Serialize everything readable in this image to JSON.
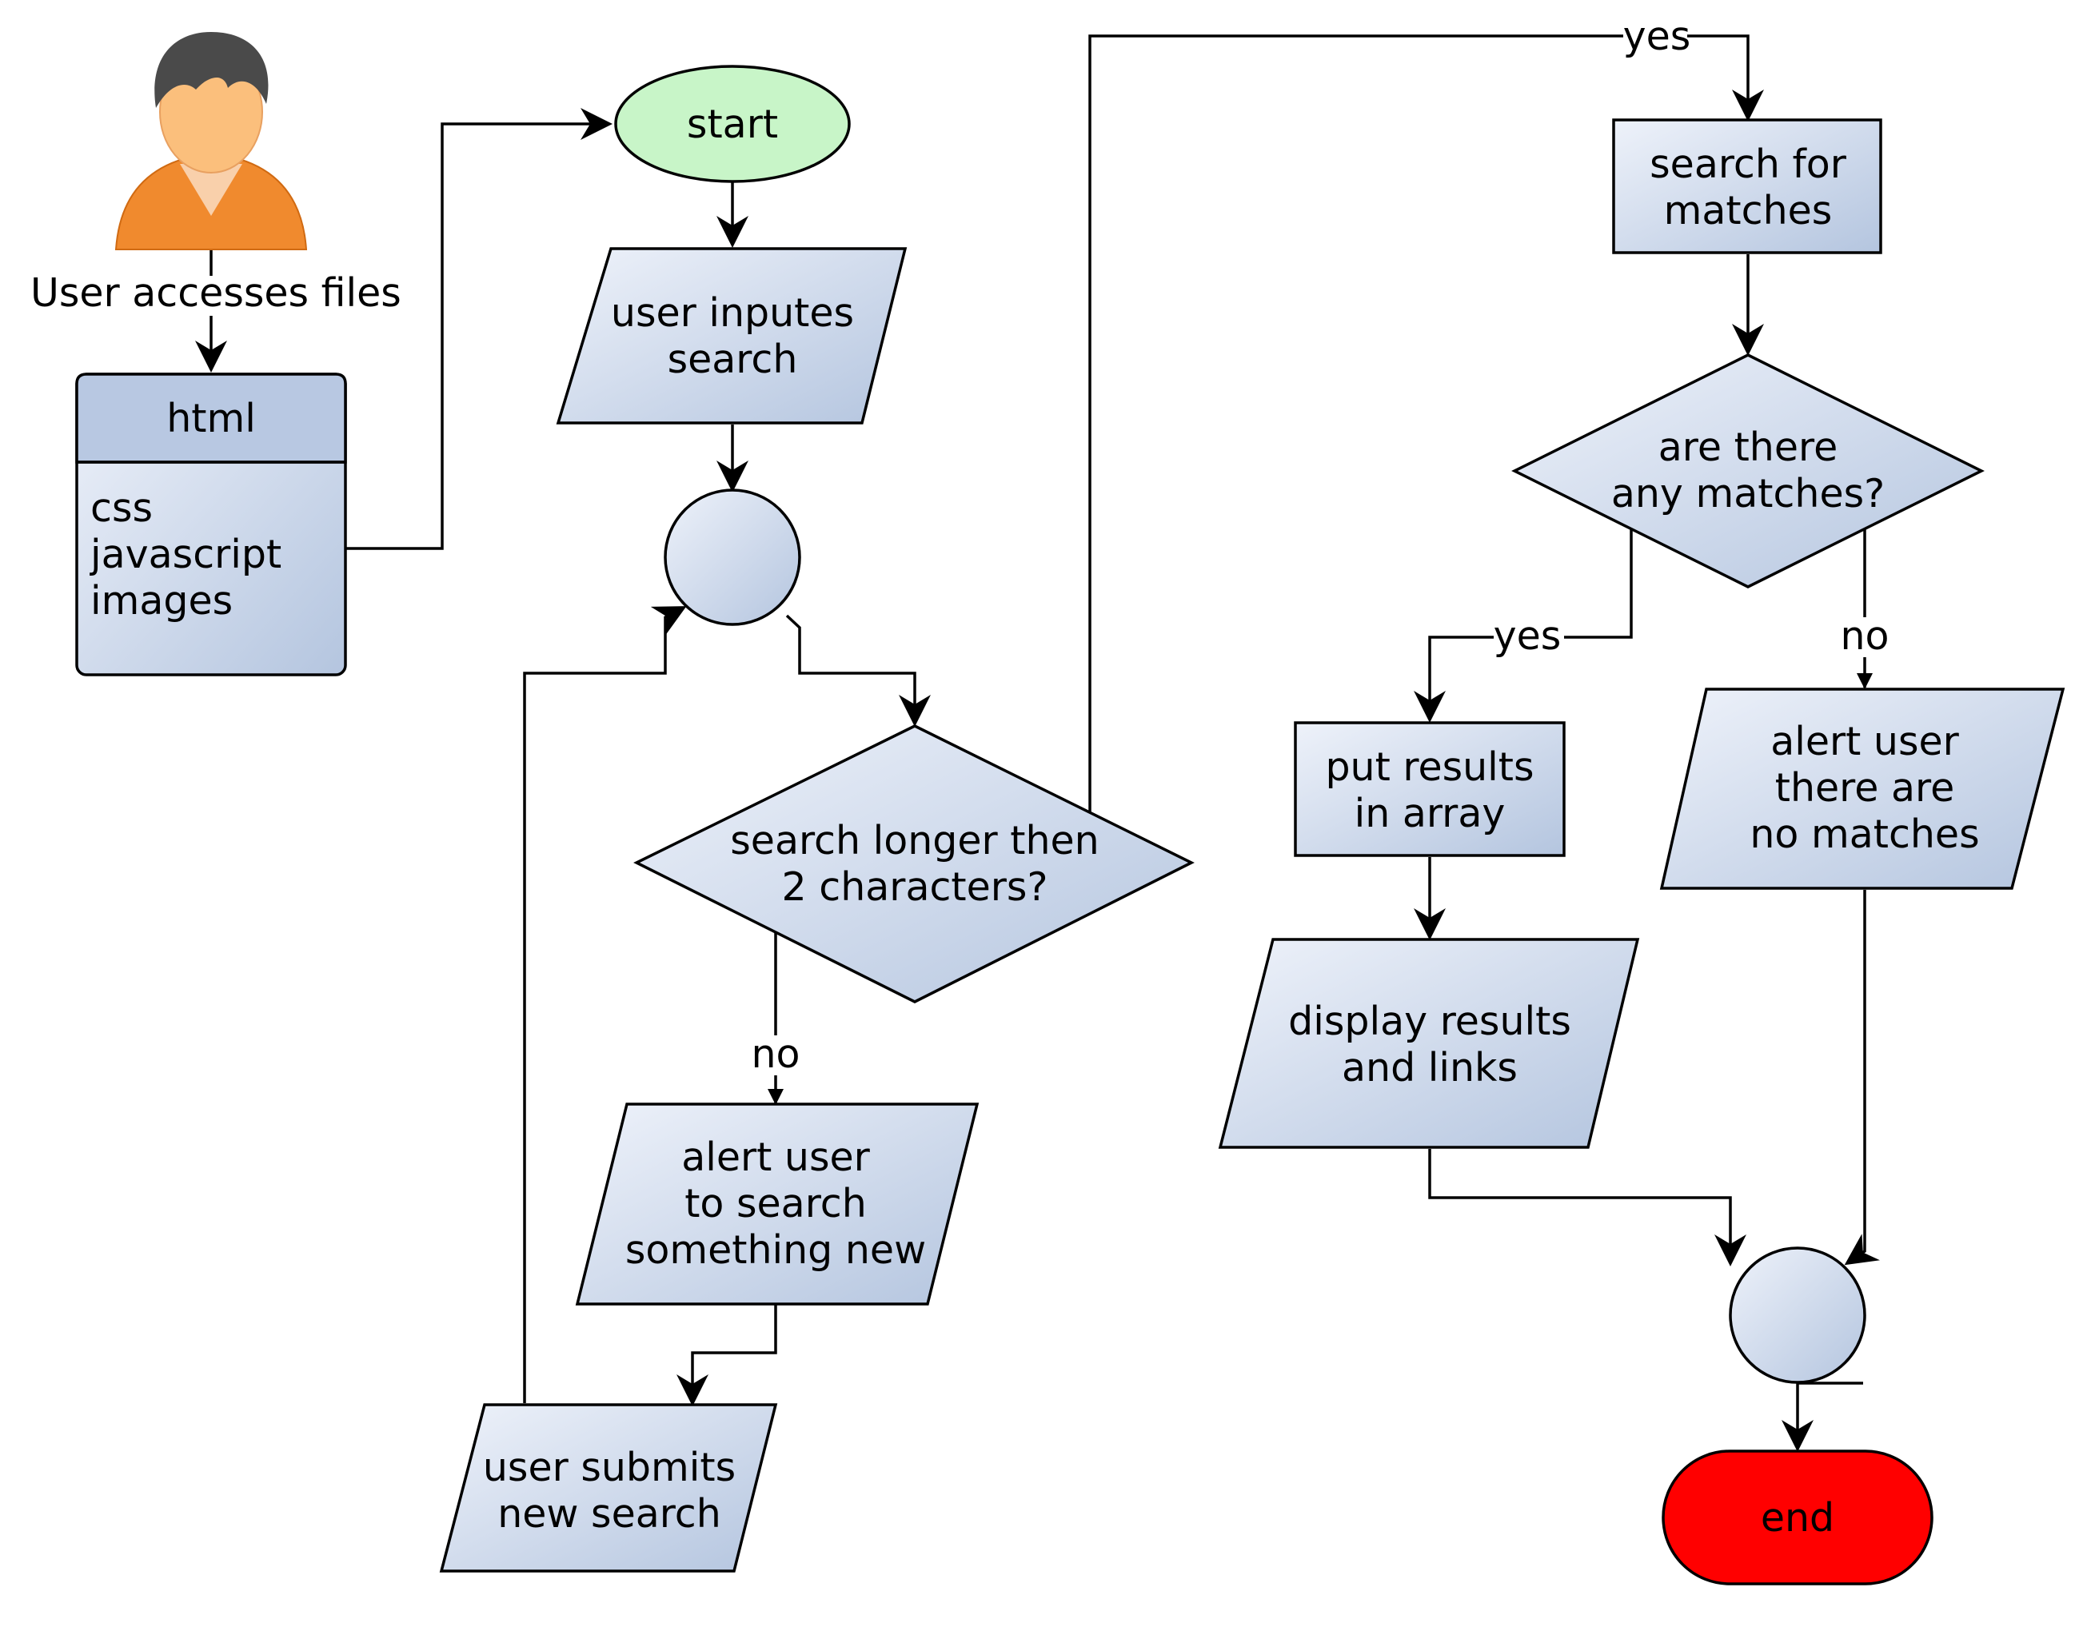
{
  "actor": {
    "label": "User accesses files"
  },
  "files": {
    "header": "html",
    "items": [
      "css",
      "javascript",
      "images"
    ]
  },
  "nodes": {
    "start": "start",
    "input": [
      "user inputes",
      "search"
    ],
    "check_length": [
      "search longer then",
      "2 characters?"
    ],
    "alert_new": [
      "alert user",
      "to search",
      "something new"
    ],
    "submit_new": [
      "user submits",
      "new search"
    ],
    "search_matches": [
      "search for",
      "matches"
    ],
    "any_matches": [
      "are there",
      "any matches?"
    ],
    "put_results": [
      "put results",
      "in array"
    ],
    "display_results": [
      "display results",
      "and links"
    ],
    "alert_none": [
      "alert user",
      "there are",
      "no matches"
    ],
    "end": "end"
  },
  "edge_labels": {
    "length_yes": "yes",
    "length_no": "no",
    "matches_yes": "yes",
    "matches_no": "no"
  },
  "colors": {
    "node_light": "#e9eef7",
    "node_dark": "#b7c7e0",
    "header": "#b8c8e2",
    "start": "#c8f5c8",
    "end": "#ff0000",
    "user_skin": "#fbbf7c",
    "user_jacket": "#f08a2e",
    "user_hair": "#4a4a4a"
  }
}
